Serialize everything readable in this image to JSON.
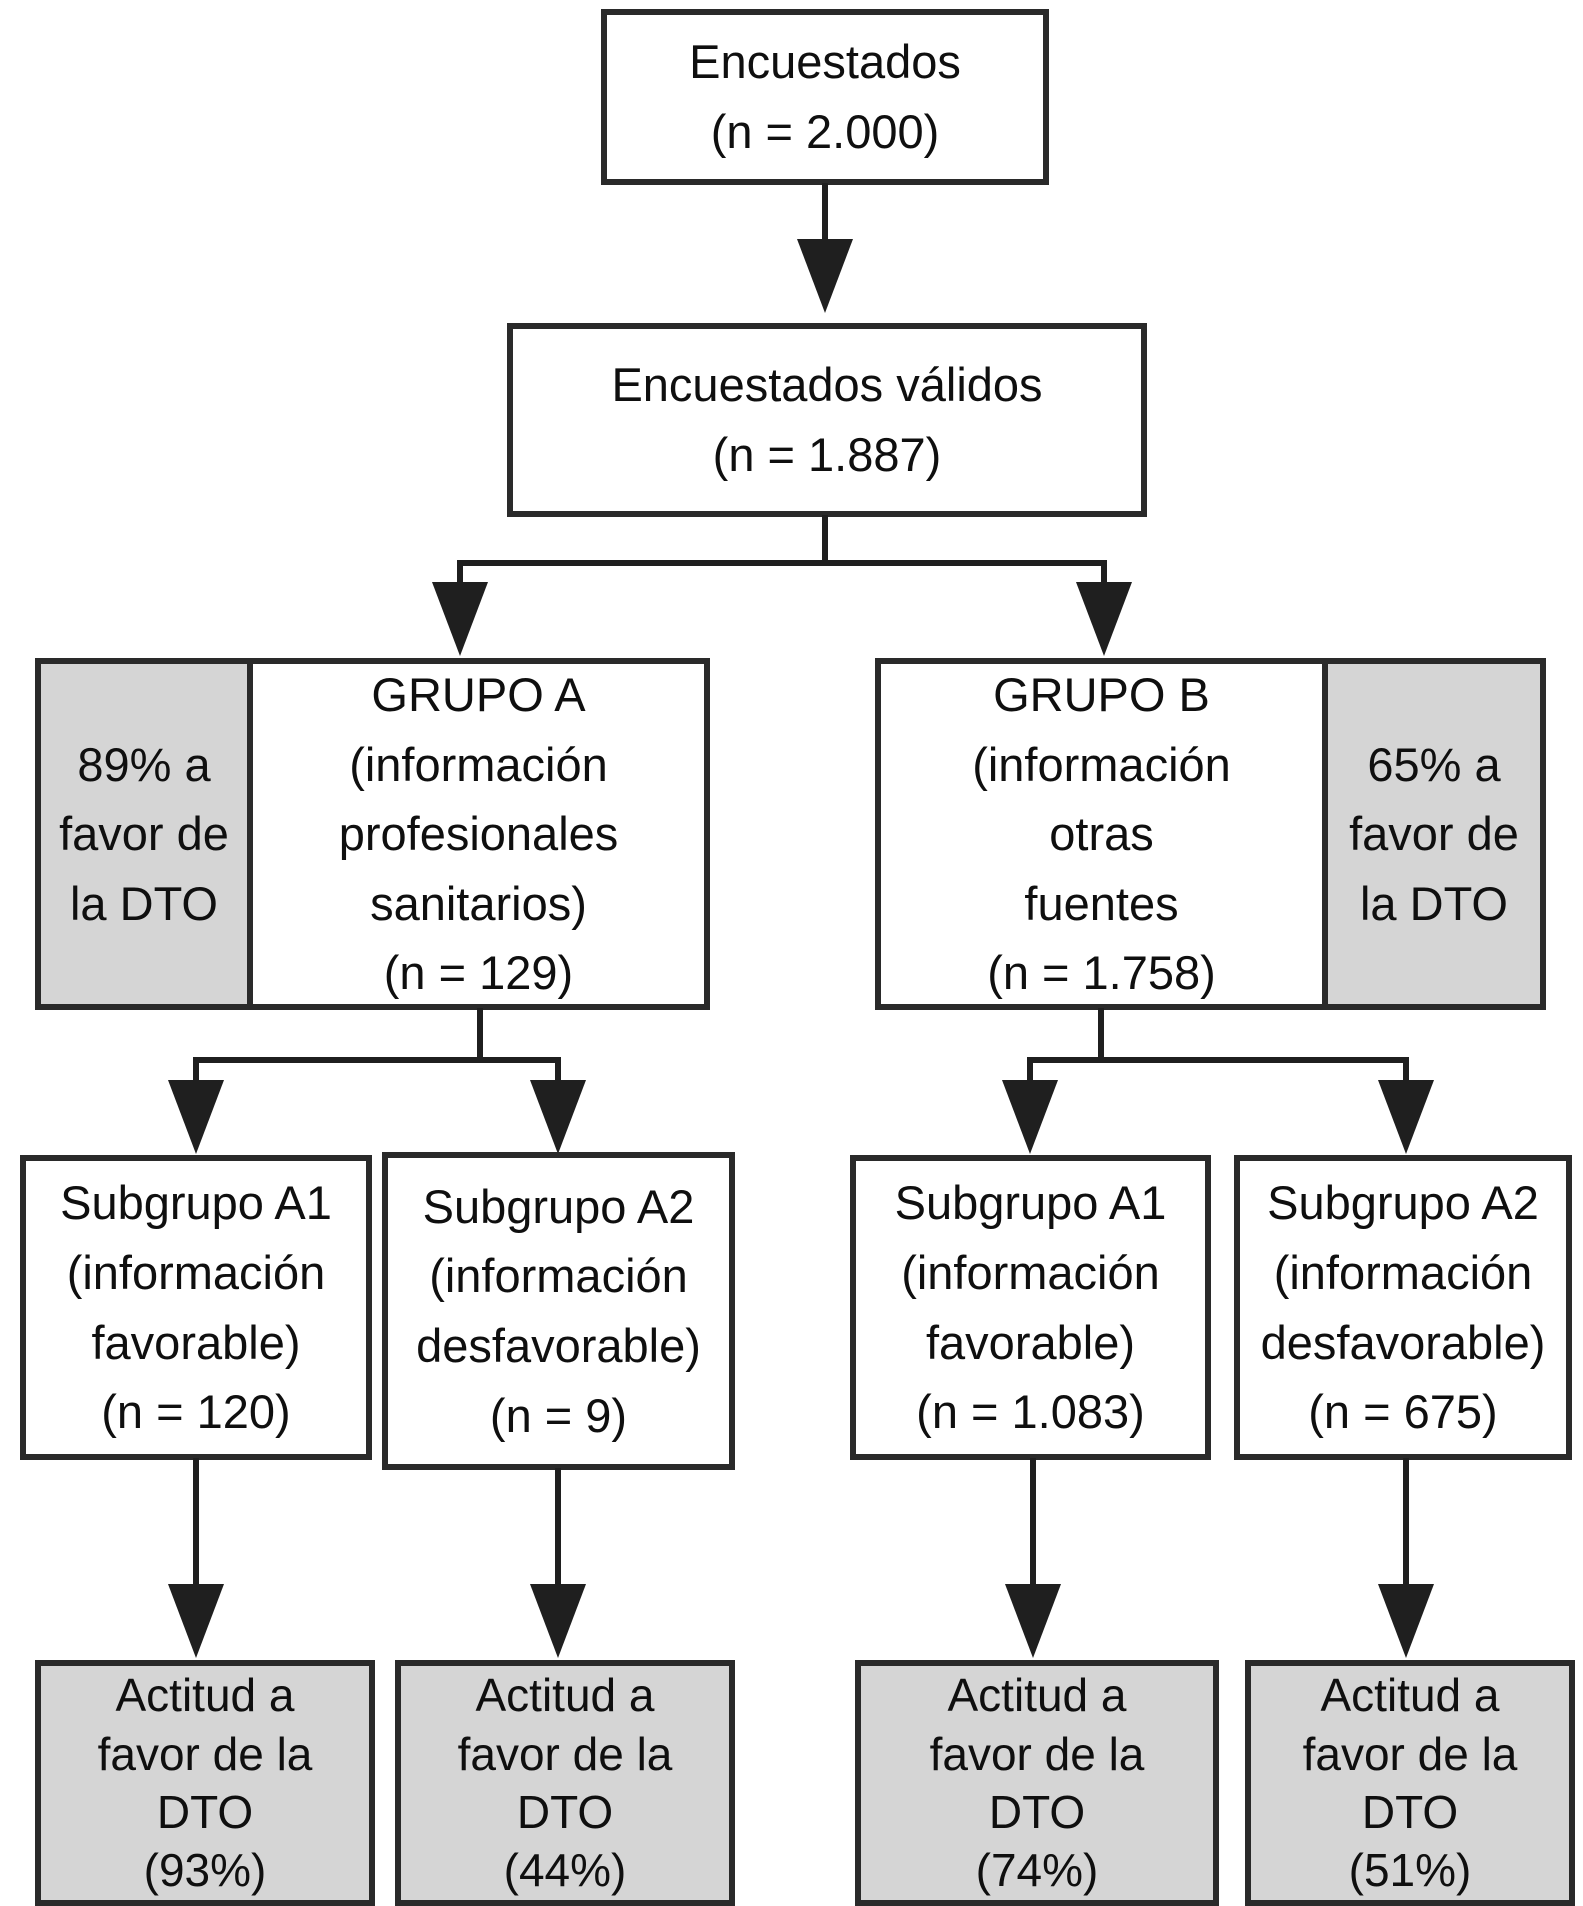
{
  "diagram": {
    "language": "es",
    "root": {
      "text": "Encuestados\n(n = 2.000)"
    },
    "valid": {
      "text": "Encuestados válidos\n(n = 1.887)"
    },
    "group_a": {
      "side_label": "89% a\nfavor de\nla DTO",
      "text": "GRUPO A\n(información\nprofesionales\nsanitarios)\n(n = 129)"
    },
    "group_b": {
      "text": "GRUPO B\n(información\notras\nfuentes\n(n = 1.758)",
      "side_label": "65% a\nfavor de\nla DTO"
    },
    "subgroups": [
      {
        "text": "Subgrupo A1\n(información\nfavorable)\n(n = 120)"
      },
      {
        "text": "Subgrupo A2\n(información\ndesfavorable)\n(n = 9)"
      },
      {
        "text": "Subgrupo A1\n(información\nfavorable)\n(n = 1.083)"
      },
      {
        "text": "Subgrupo A2\n(información\ndesfavorable)\n(n = 675)"
      }
    ],
    "outcomes": [
      {
        "text": "Actitud a\nfavor de la\nDTO\n(93%)"
      },
      {
        "text": "Actitud a\nfavor de la\nDTO\n(44%)"
      },
      {
        "text": "Actitud a\nfavor de la\nDTO\n(74%)"
      },
      {
        "text": "Actitud a\nfavor de la\nDTO\n(51%)"
      }
    ],
    "colors": {
      "box_fill": "#ffffff",
      "shaded_fill": "#d5d5d5",
      "border": "#2a2a2a",
      "line": "#1f1f1f",
      "text": "#0f0f0f"
    }
  }
}
